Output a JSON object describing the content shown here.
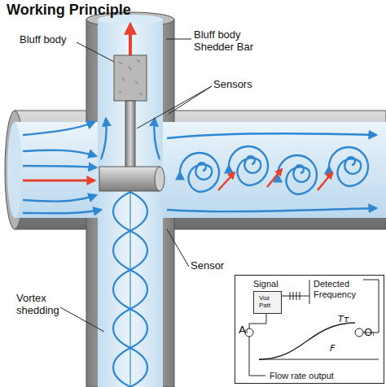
{
  "diagram": {
    "title": "Working Principle",
    "nodes": [
      {
        "text": [
          "Signal",
          "Detected Frequency",
          "Aᵢ",
          "Tτ",
          "F",
          "Oᵢ",
          "Flow rate output"
        ]
      },
      {
        "text": [
          "Voz Patt"
        ],
        "in": 0
      }
    ],
    "labels": [
      "Bluff body",
      "Bluff body Shedder Bar",
      "Sensors",
      "Sensor",
      "Vortex shedding"
    ]
  }
}
